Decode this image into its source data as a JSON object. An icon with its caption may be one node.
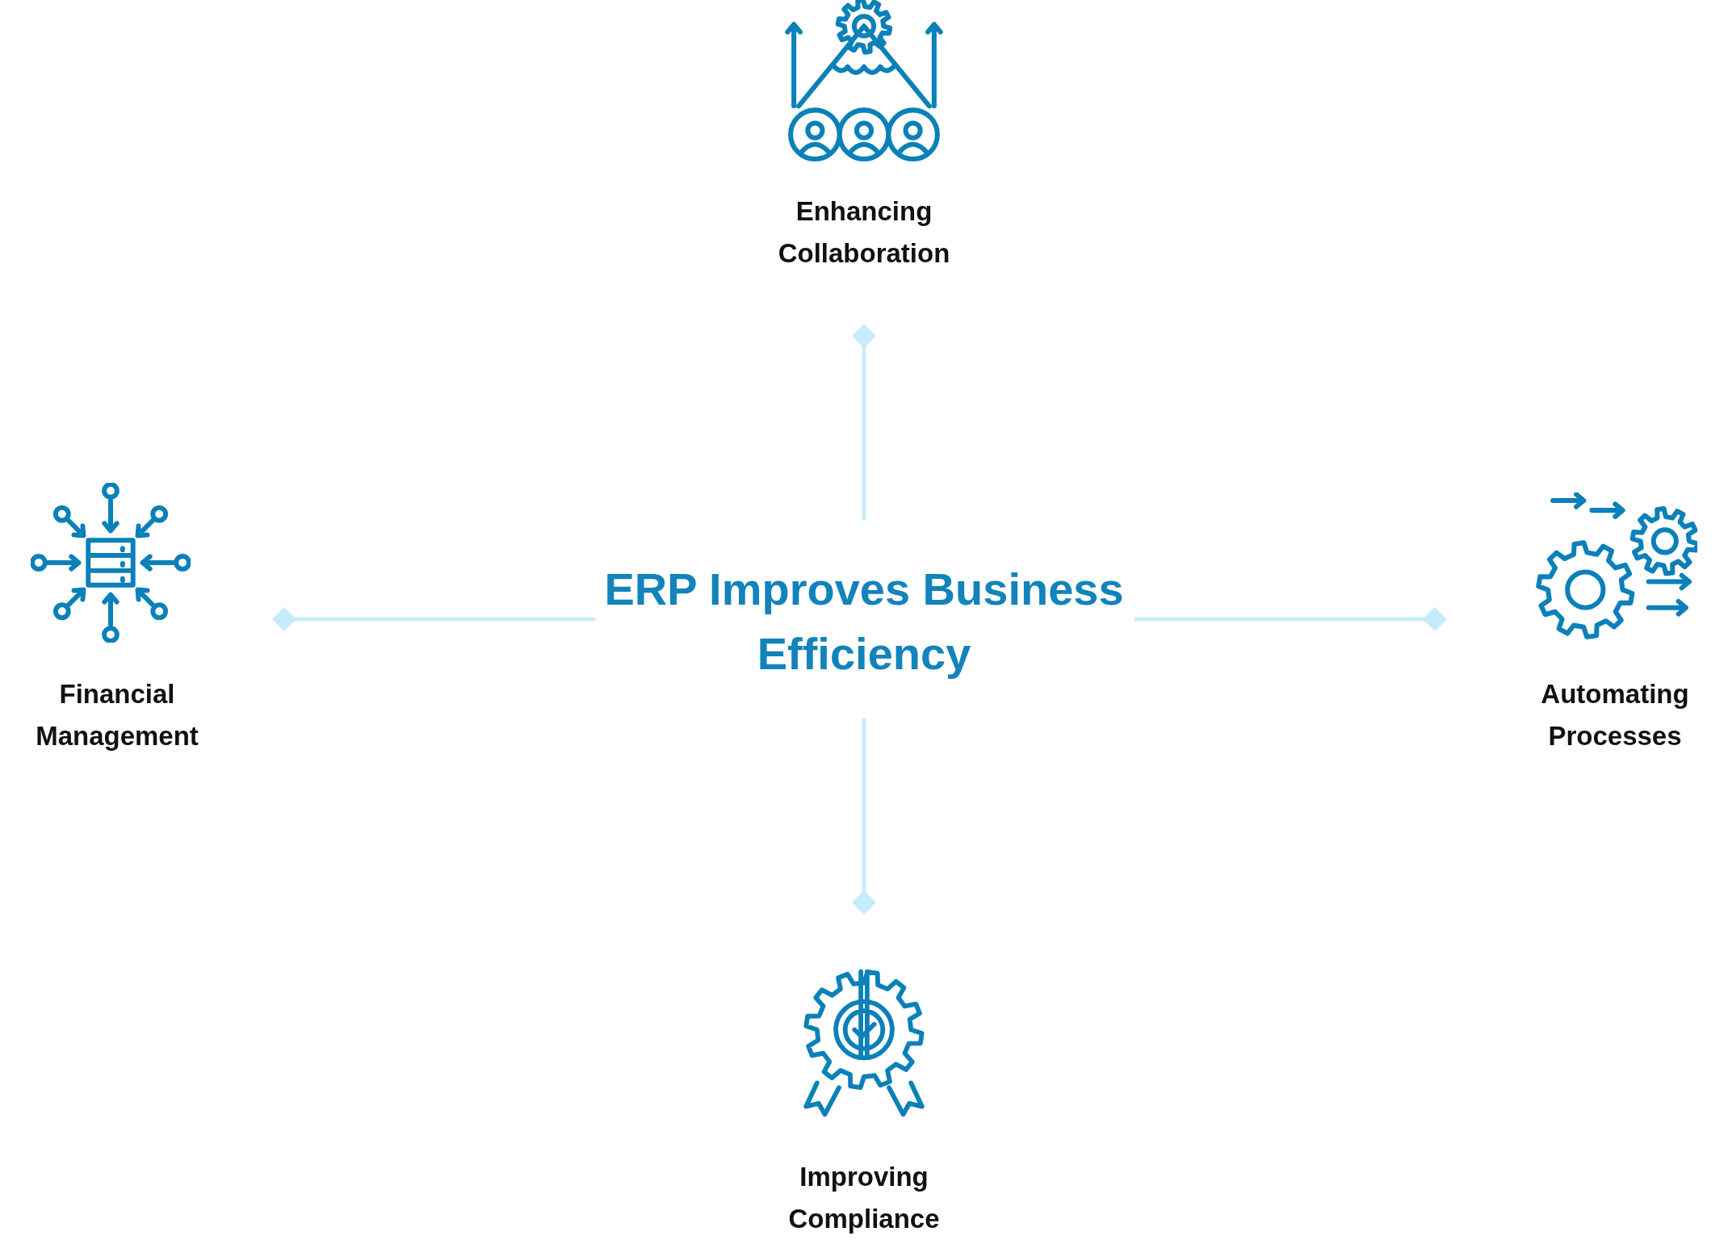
{
  "diagram": {
    "nodes": [
      {
        "text": [
          "ERP Improves Business Efficiency"
        ]
      },
      {
        "text": [
          "Enhancing Collaboration"
        ]
      },
      {
        "text": [
          "Financial Management"
        ]
      },
      {
        "text": [
          "Automating Processes"
        ]
      },
      {
        "text": [
          "Improving Compliance"
        ]
      }
    ],
    "edges": [
      {
        "from": 0,
        "to": 1,
        "arrow": "other"
      },
      {
        "from": 0,
        "to": 2,
        "arrow": "other"
      },
      {
        "from": 0,
        "to": 3,
        "arrow": "other"
      },
      {
        "from": 0,
        "to": 4,
        "arrow": "other"
      }
    ]
  }
}
